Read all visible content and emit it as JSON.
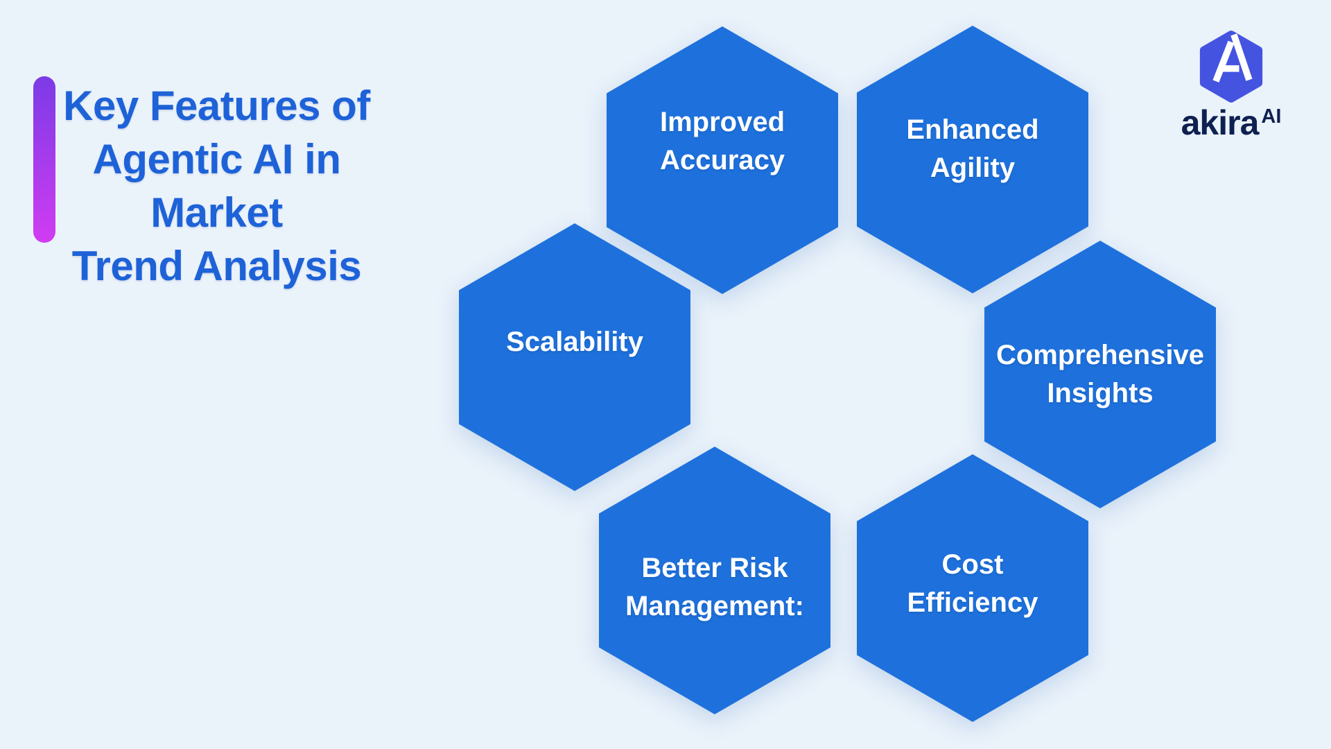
{
  "title": {
    "lines": [
      "Key Features of",
      "Agentic AI in Market",
      "Trend Analysis"
    ]
  },
  "logo": {
    "brand": "akira",
    "superscript": "AI",
    "icon": "akira-hexagon-a-icon"
  },
  "hexagons": [
    {
      "id": "improved-accuracy",
      "lines": [
        "Improved",
        "Accuracy"
      ]
    },
    {
      "id": "enhanced-agility",
      "lines": [
        "Enhanced",
        "Agility"
      ]
    },
    {
      "id": "scalability",
      "lines": [
        "Scalability"
      ]
    },
    {
      "id": "comprehensive-insights",
      "lines": [
        "Comprehensive",
        "Insights"
      ]
    },
    {
      "id": "better-risk-management",
      "lines": [
        "Better Risk",
        "Management:"
      ]
    },
    {
      "id": "cost-efficiency",
      "lines": [
        "Cost",
        "Efficiency"
      ]
    }
  ],
  "colors": {
    "background": "#EAF2FA",
    "hexagon_fill": "#1E71DC",
    "hexagon_text": "#FFFFFF",
    "title_text": "#1E62D8",
    "accent_bar_top": "#7B3BE6",
    "accent_bar_bottom": "#D13CF2",
    "logo_icon_fill": "#4454E0",
    "logo_text": "#0E2050"
  }
}
